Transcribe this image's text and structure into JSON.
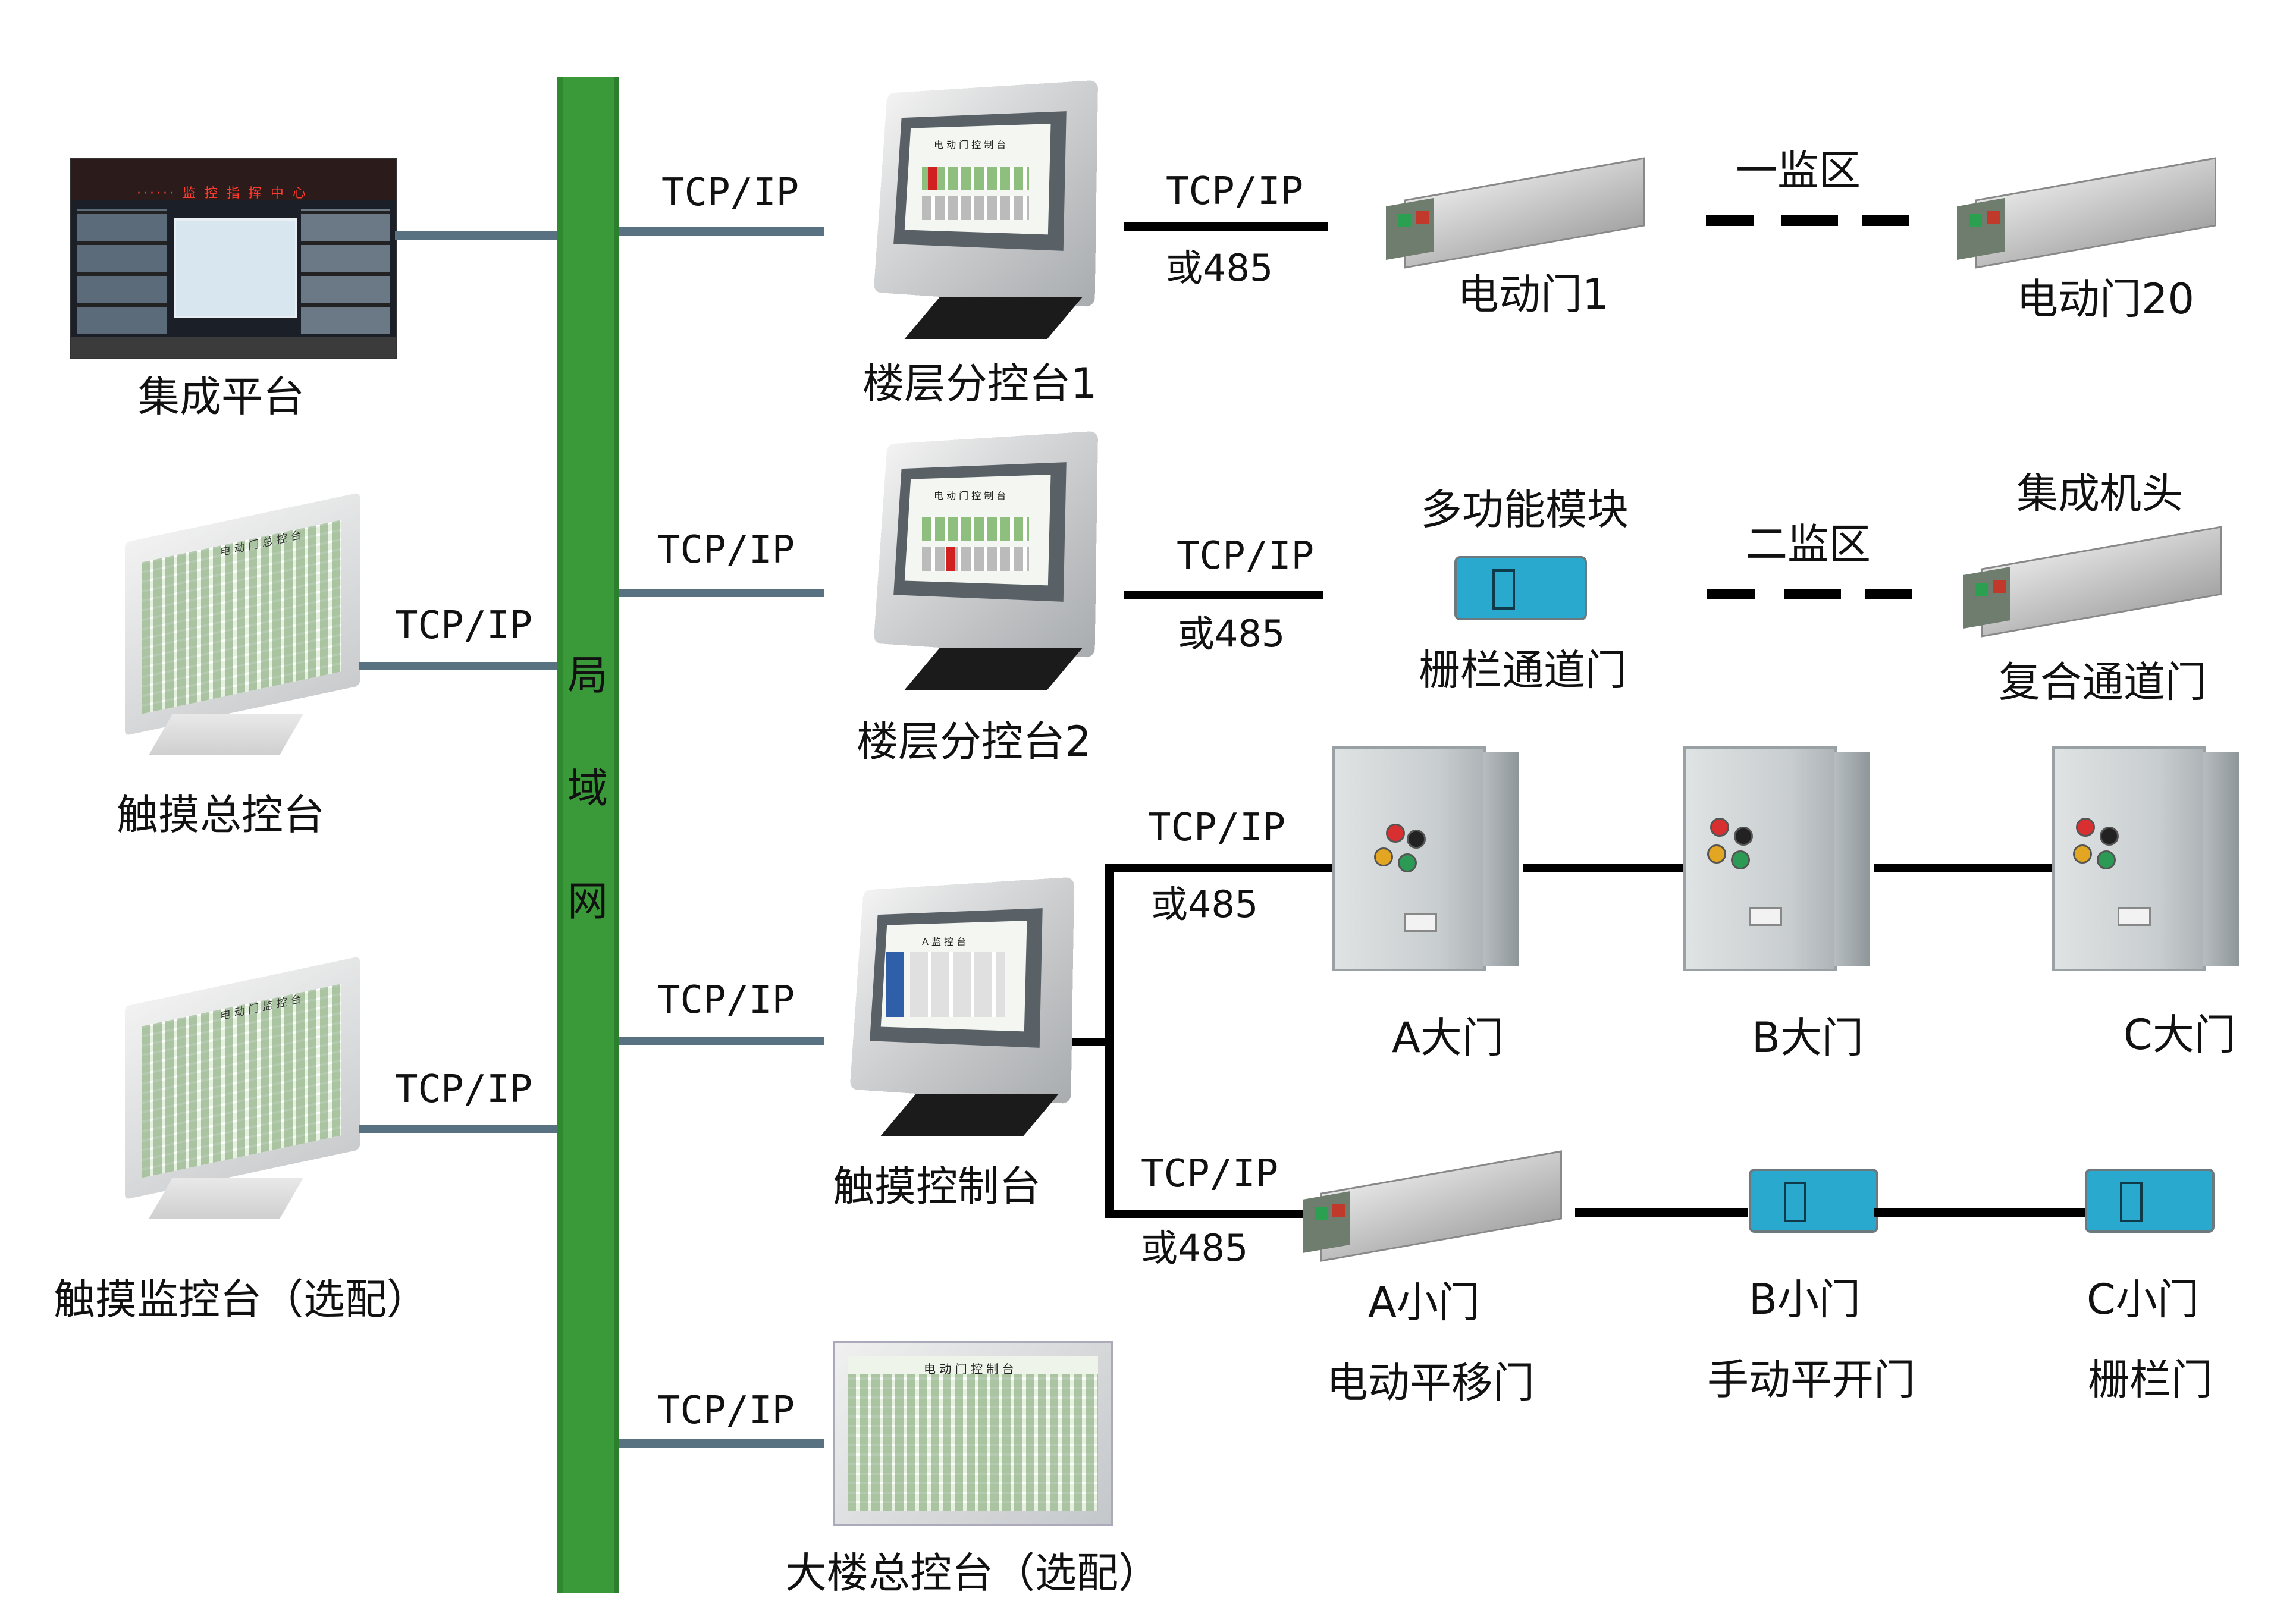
{
  "bus": {
    "label_chars": [
      "局",
      "域",
      "网"
    ]
  },
  "left_devices": {
    "platform": {
      "label": "集成平台",
      "screen_text_top": "······ 监 控 指 挥 中 心"
    },
    "touch_master": {
      "label": "触摸总控台",
      "link_protocol": "TCP/IP",
      "screen_title": "电 动 门 总 控 台"
    },
    "touch_monitor": {
      "label": "触摸监控台（选配）",
      "link_protocol": "TCP/IP",
      "screen_title": "电 动 门 监 控 台"
    }
  },
  "branches": {
    "floor1": {
      "bus_protocol": "TCP/IP",
      "controller_label": "楼层分控台1",
      "screen_title": "电 动 门 控 制 台",
      "link_protocol_top": "TCP/IP",
      "link_protocol_bottom": "或485",
      "door_first": "电动门1",
      "zone_label": "一监区",
      "door_last": "电动门20"
    },
    "floor2": {
      "bus_protocol": "TCP/IP",
      "controller_label": "楼层分控台2",
      "screen_title": "电 动 门 控 制 台",
      "link_protocol_top": "TCP/IP",
      "link_protocol_bottom": "或485",
      "module_label_top": "多功能模块",
      "module_label_bottom": "栅栏通道门",
      "zone_label": "二监区",
      "head_label_top": "集成机头",
      "head_label_bottom": "复合通道门"
    },
    "touch_ctrl": {
      "bus_protocol": "TCP/IP",
      "controller_label": "触摸控制台",
      "screen_title": "A 监 控 台",
      "upper_link_top": "TCP/IP",
      "upper_link_bottom": "或485",
      "big_doors": [
        "A大门",
        "B大门",
        "C大门"
      ],
      "lower_link_top": "TCP/IP",
      "lower_link_bottom": "或485",
      "small_doors": [
        "A小门",
        "B小门",
        "C小门"
      ],
      "small_door_types": [
        "电动平移门",
        "手动平开门",
        "栅栏门"
      ]
    },
    "building": {
      "bus_protocol": "TCP/IP",
      "controller_label": "大楼总控台（选配）",
      "screen_title": "电 动 门 控 制 台"
    }
  }
}
